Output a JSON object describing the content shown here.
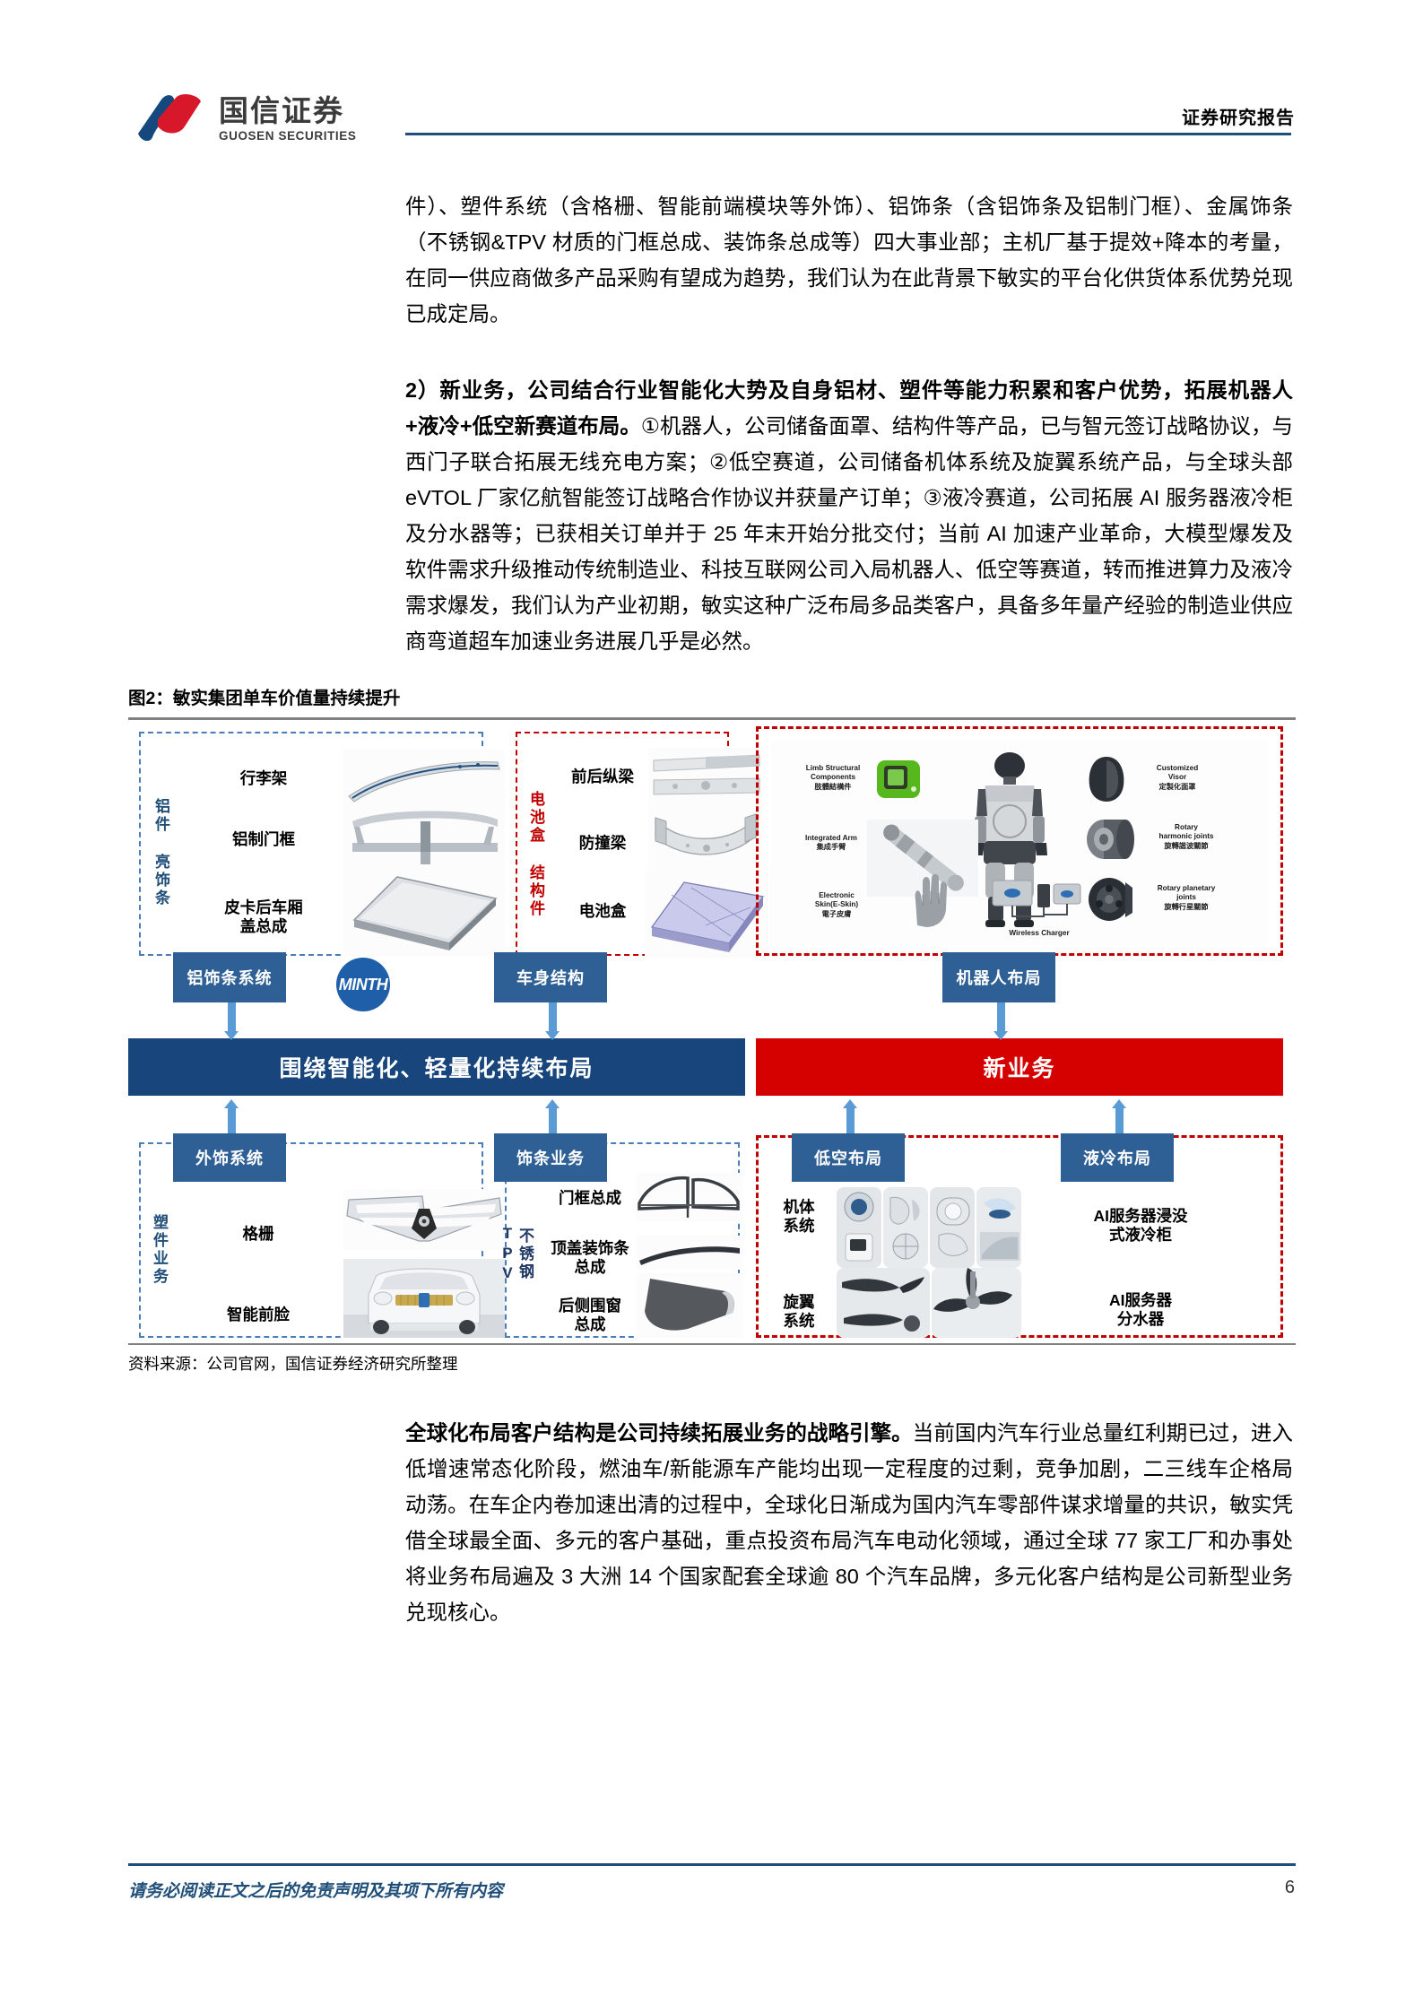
{
  "header": {
    "logo_cn": "国信证券",
    "logo_en": "GUOSEN SECURITIES",
    "doc_type": "证券研究报告"
  },
  "body": {
    "para1": "件）、塑件系统（含格栅、智能前端模块等外饰）、铝饰条（含铝饰条及铝制门框）、金属饰条（不锈钢&TPV 材质的门框总成、装饰条总成等）四大事业部；主机厂基于提效+降本的考量，在同一供应商做多产品采购有望成为趋势，我们认为在此背景下敏实的平台化供货体系优势兑现已成定局。",
    "para2_bold": "2）新业务，公司结合行业智能化大势及自身铝材、塑件等能力积累和客户优势，拓展机器人+液冷+低空新赛道布局。",
    "para2_rest": "①机器人，公司储备面罩、结构件等产品，已与智元签订战略协议，与西门子联合拓展无线充电方案；②低空赛道，公司储备机体系统及旋翼系统产品，与全球头部 eVTOL 厂家亿航智能签订战略合作协议并获量产订单；③液冷赛道，公司拓展 AI 服务器液冷柜及分水器等；已获相关订单并于 25 年末开始分批交付；当前 AI 加速产业革命，大模型爆发及软件需求升级推动传统制造业、科技互联网公司入局机器人、低空等赛道，转而推进算力及液冷需求爆发，我们认为产业初期，敏实这种广泛布局多品类客户，具备多年量产经验的制造业供应商弯道超车加速业务进展几乎是必然。",
    "para3_bold": "全球化布局客户结构是公司持续拓展业务的战略引擎。",
    "para3_rest": "当前国内汽车行业总量红利期已过，进入低增速常态化阶段，燃油车/新能源车产能均出现一定程度的过剩，竞争加剧，二三线车企格局动荡。在车企内卷加速出清的过程中，全球化日渐成为国内汽车零部件谋求增量的共识，敏实凭借全球最全面、多元的客户基础，重点投资布局汽车电动化领域，通过全球 77 家工厂和办事处将业务布局遍及 3 大洲 14 个国家配套全球逾 80 个汽车品牌，多元化客户结构是公司新型业务兑现核心。"
  },
  "figure": {
    "caption": "图2：敏实集团单车价值量持续提升",
    "source": "资料来源：公司官网，国信证券经济研究所整理",
    "brand_logo": "MINTH",
    "bars": {
      "left": "围绕智能化、轻量化持续布局",
      "right": "新业务"
    },
    "boxes": {
      "alu_trim": "铝饰条系统",
      "body_structure": "车身结构",
      "robot_layout": "机器人布局",
      "exterior": "外饰系统",
      "trim_business": "饰条业务",
      "lowalt": "低空布局",
      "liquid_cooling": "液冷布局"
    },
    "side_labels": {
      "alu": "铝件 亮饰条",
      "battery": "电池盒 结构件",
      "plastic": "塑件业务",
      "steel": "不锈钢 TPV"
    },
    "items": {
      "alu": [
        "行李架",
        "铝制门框",
        "皮卡后车厢\n盖总成"
      ],
      "battery": [
        "前后纵梁",
        "防撞梁",
        "电池盒"
      ],
      "plastic": [
        "格栅",
        "智能前脸"
      ],
      "trim": [
        "门框总成",
        "顶盖装饰条\n总成",
        "后侧围窗\n总成"
      ],
      "lowalt": [
        "机体\n系统",
        "旋翼\n系统"
      ],
      "cooling": [
        "AI服务器浸没\n式液冷柜",
        "AI服务器\n分水器"
      ]
    },
    "robot_parts": [
      {
        "en": "Limb Structural\nComponents",
        "cn": "肢體結構件"
      },
      {
        "en": "Customized\nVisor",
        "cn": "定製化面罩"
      },
      {
        "en": "Integrated Arm",
        "cn": "集成手臂"
      },
      {
        "en": "Rotary\nharmonic joints",
        "cn": "旋轉諧波關節"
      },
      {
        "en": "Electronic\nSkin(E-Skin)",
        "cn": "電子皮膚"
      },
      {
        "en": "Rotary planetary\njoints",
        "cn": "旋轉行星關節"
      },
      {
        "en": "Wireless Charger",
        "cn": ""
      }
    ]
  },
  "footer": {
    "disclaimer": "请务必阅读正文之后的免责声明及其项下所有内容",
    "page": "6"
  },
  "colors": {
    "navy": "#1f4e79",
    "brand_red": "#c00000",
    "bar_navy": "#17457c",
    "bar_red": "#d50000",
    "box_blue": "#2e6096",
    "arrow_blue": "#5b9bd5"
  }
}
